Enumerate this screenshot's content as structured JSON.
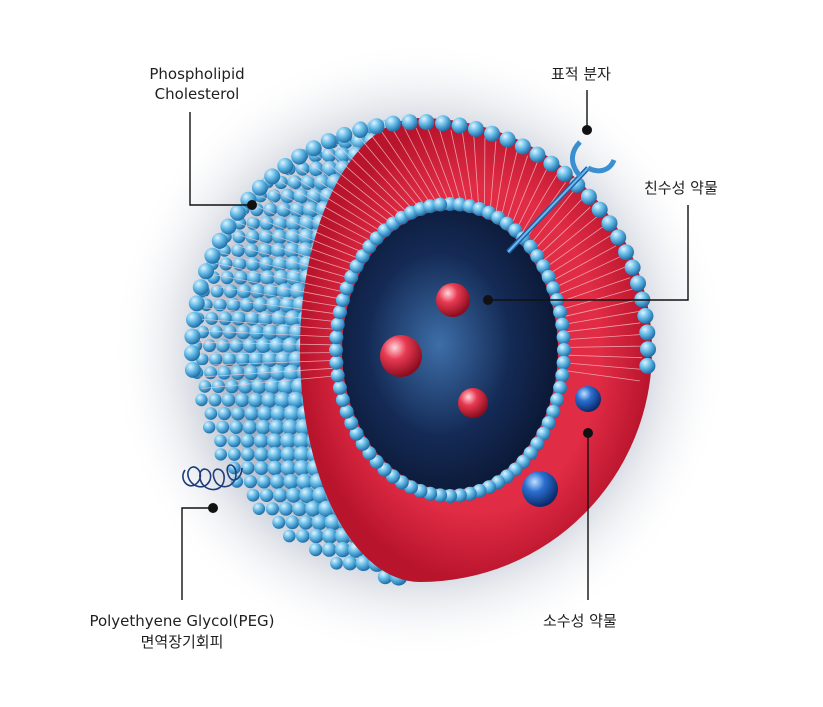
{
  "labels": {
    "phospholipid": "Phospholipid",
    "cholesterol": "Cholesterol",
    "target_molecule": "표적 분자",
    "hydrophilic_drug": "친수성 약물",
    "peg": "Polyethyene Glycol(PEG)",
    "immune_evasion": "면역장기회피",
    "hydrophobic_drug": "소수성 약물"
  },
  "colors": {
    "bilayer_red": "#d8243a",
    "head_blue": "#4fb0e0",
    "core_navy": "#0d1f3f",
    "drug_red": "#e0213a",
    "drug_blue": "#1f5fb5",
    "leader_line": "#111111"
  }
}
